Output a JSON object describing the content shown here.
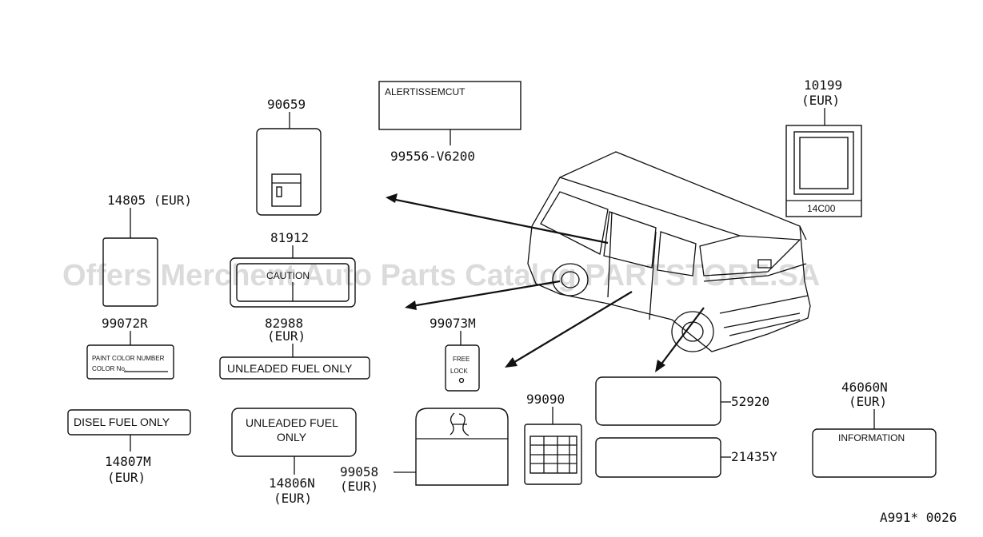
{
  "parts": {
    "p90659": "90659",
    "p99556": "99556-V6200",
    "alert_text": "ALERTISSEMCUT",
    "p10199": "10199",
    "p10199_eur": "(EUR)",
    "box14c00": "14C00",
    "p14805": "14805 (EUR)",
    "p81912": "81912",
    "caution": "CAUTION",
    "p82988": "82988",
    "p82988_eur": "(EUR)",
    "unleaded_small": "UNLEADED FUEL ONLY",
    "p99072r": "99072R",
    "paint_line1": "PAINT COLOR NUMBER",
    "paint_line2": "COLOR No.",
    "p99073m": "99073M",
    "free": "FREE",
    "lock": "LOCK",
    "disel": "DISEL FUEL   ONLY",
    "p14807m": "14807M",
    "p14807m_eur": "(EUR)",
    "unleaded_big1": "UNLEADED FUEL",
    "unleaded_big2": "ONLY",
    "p14806n": "14806N",
    "p14806n_eur": "(EUR)",
    "p99058": "99058",
    "p99058_eur": "(EUR)",
    "p99090": "99090",
    "p52920": "52920",
    "p21435y": "21435Y",
    "p46060n": "46060N",
    "p46060n_eur": "(EUR)",
    "information": "INFORMATION",
    "diagram_code": "A991* 0026"
  },
  "watermark": "Offers Merchent Auto Parts Catalog PARTSTORE.SA"
}
